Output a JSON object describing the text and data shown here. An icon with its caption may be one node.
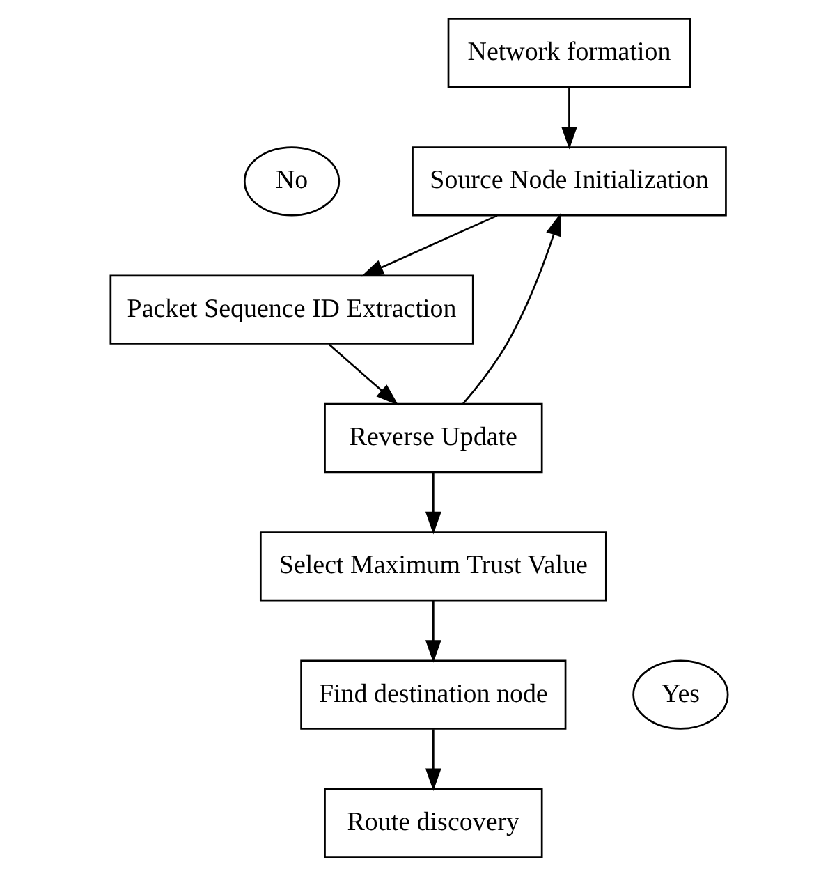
{
  "diagram": {
    "nodes": [
      {
        "text": [
          "Network formation"
        ]
      },
      {
        "text": [
          "Source Node Initialization"
        ]
      },
      {
        "text": [
          "No"
        ]
      },
      {
        "text": [
          "Packet Sequence ID Extraction"
        ]
      },
      {
        "text": [
          "Reverse Update"
        ]
      },
      {
        "text": [
          "Find destination node"
        ]
      },
      {
        "text": [
          "Yes"
        ]
      },
      {
        "text": [
          "Route discovery"
        ]
      },
      {
        "text": [
          "Select Maximum Trust Value"
        ]
      }
    ],
    "edges": [
      {
        "from": 0,
        "to": 1,
        "arrow": "to"
      },
      {
        "from": 1,
        "to": 3,
        "arrow": "to"
      },
      {
        "from": 3,
        "to": 4,
        "arrow": "to"
      },
      {
        "from": 4,
        "to": 1,
        "arrow": "to"
      },
      {
        "from": 4,
        "to": 8,
        "arrow": "to"
      },
      {
        "from": 8,
        "to": 5,
        "arrow": "to"
      },
      {
        "from": 5,
        "to": 7,
        "arrow": "to"
      }
    ]
  }
}
